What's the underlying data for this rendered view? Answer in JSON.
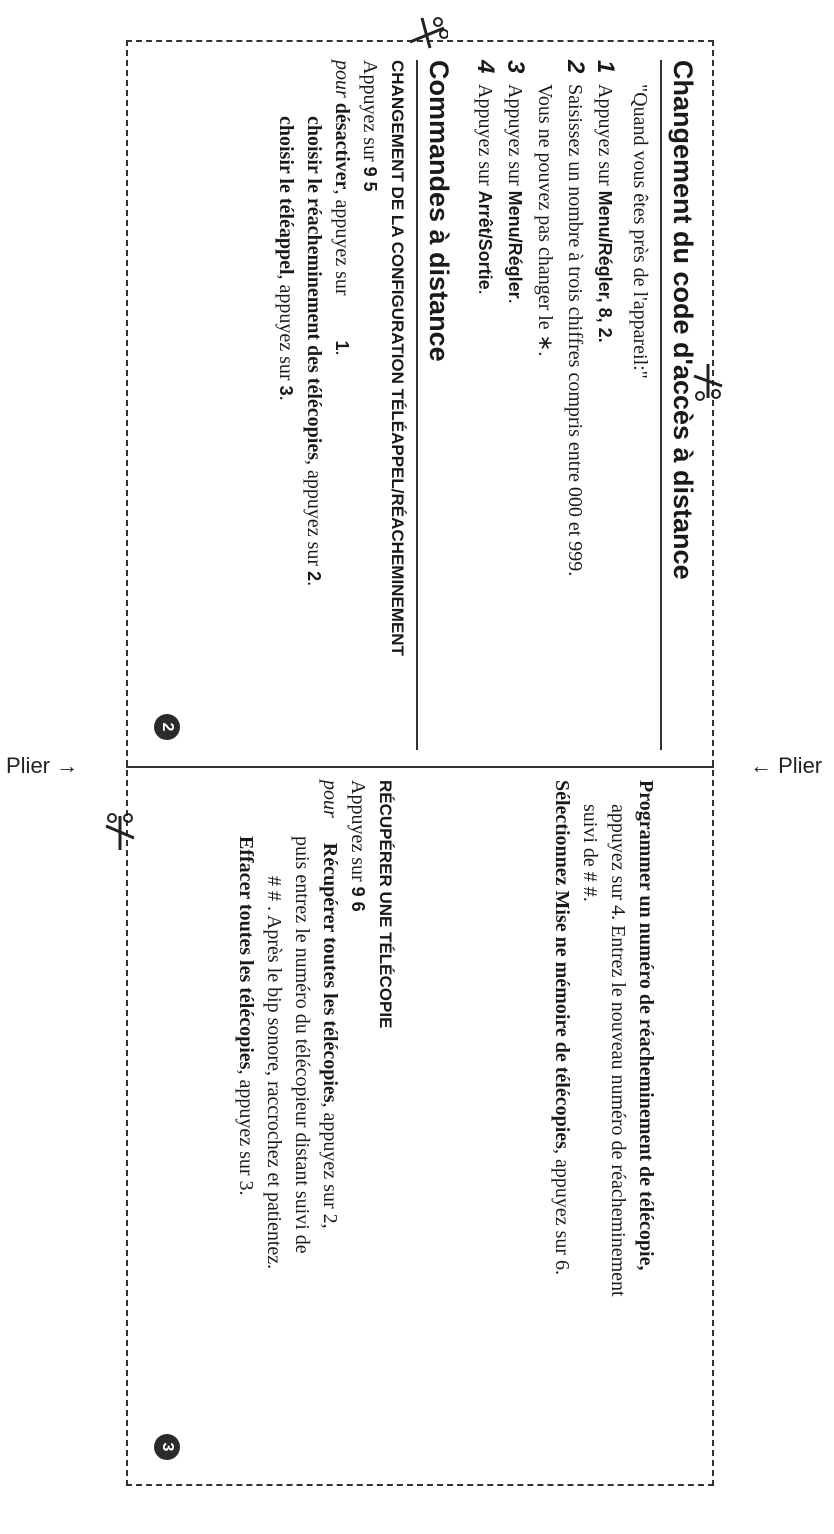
{
  "fold": {
    "left_label": "Plier",
    "right_label": "Plier",
    "left_arrow": "→",
    "right_arrow": "←"
  },
  "panel2": {
    "title": "Changement du code d'accès à distance",
    "quote": "\"Quand vous êtes près de l'appareil:\"",
    "steps": [
      {
        "num": "1",
        "pre": "Appuyez sur ",
        "kw": "Menu/Régler",
        "post": ", 8, 2."
      },
      {
        "num": "2",
        "text": "Saisissez un nombre à trois chiffres compris entre 000 et 999.",
        "note": "Vous ne pouvez pas changer le ∗."
      },
      {
        "num": "3",
        "pre": "Appuyez sur ",
        "kw": "Menu/Régler",
        "post": "."
      },
      {
        "num": "4",
        "pre": "Appuyez sur ",
        "kw": "Arrêt/Sortie",
        "post": "."
      }
    ],
    "section_title": "Commandes à distance",
    "subhead": "CHANGEMENT DE LA CONFIGURATION TÉLÉAPPEL/RÉACHEMINEMENT",
    "press": "Appuyez sur",
    "press_code": "9 5",
    "pour": "pour",
    "disable_bold": "désactiver",
    "disable_rest": ", appuyez sur",
    "disable_key": "1",
    "fax_forward_bold": "choisir le réacheminement des télécopies",
    "fax_forward_rest": ", appuyez sur",
    "fax_forward_key": "2",
    "paging_bold": "choisir le téléappel",
    "paging_rest": ", appuyez sur",
    "paging_key": "3",
    "page_number": "2"
  },
  "panel3": {
    "prog_bold": "Programmer un numéro de réacheminement de télécopie,",
    "prog_line2": "appuyez sur 4. Entrez le nouveau numéro de réacheminement",
    "prog_line3": "suivi de # #.",
    "select_bold": "Sélectionnez Mise ne mémoire de télécopies",
    "select_rest": ", appuyez sur 6.",
    "subhead": "RÉCUPÉRER UNE TÉLÉCOPIE",
    "press": "Appuyez sur",
    "press_code": "9 6",
    "pour": "pour",
    "recup_bold": "Récupérer toutes les télécopies",
    "recup_rest": ", appuyez sur 2,",
    "recup_line2": "puis entrez le numéro du télécopieur distant suivi de",
    "recup_line3": "# # . Après le bip sonore, raccrochez et patientez.",
    "erase_bold": "Effacer toutes les télécopies",
    "erase_rest": ", appuyez sur 3.",
    "page_number": "3"
  }
}
